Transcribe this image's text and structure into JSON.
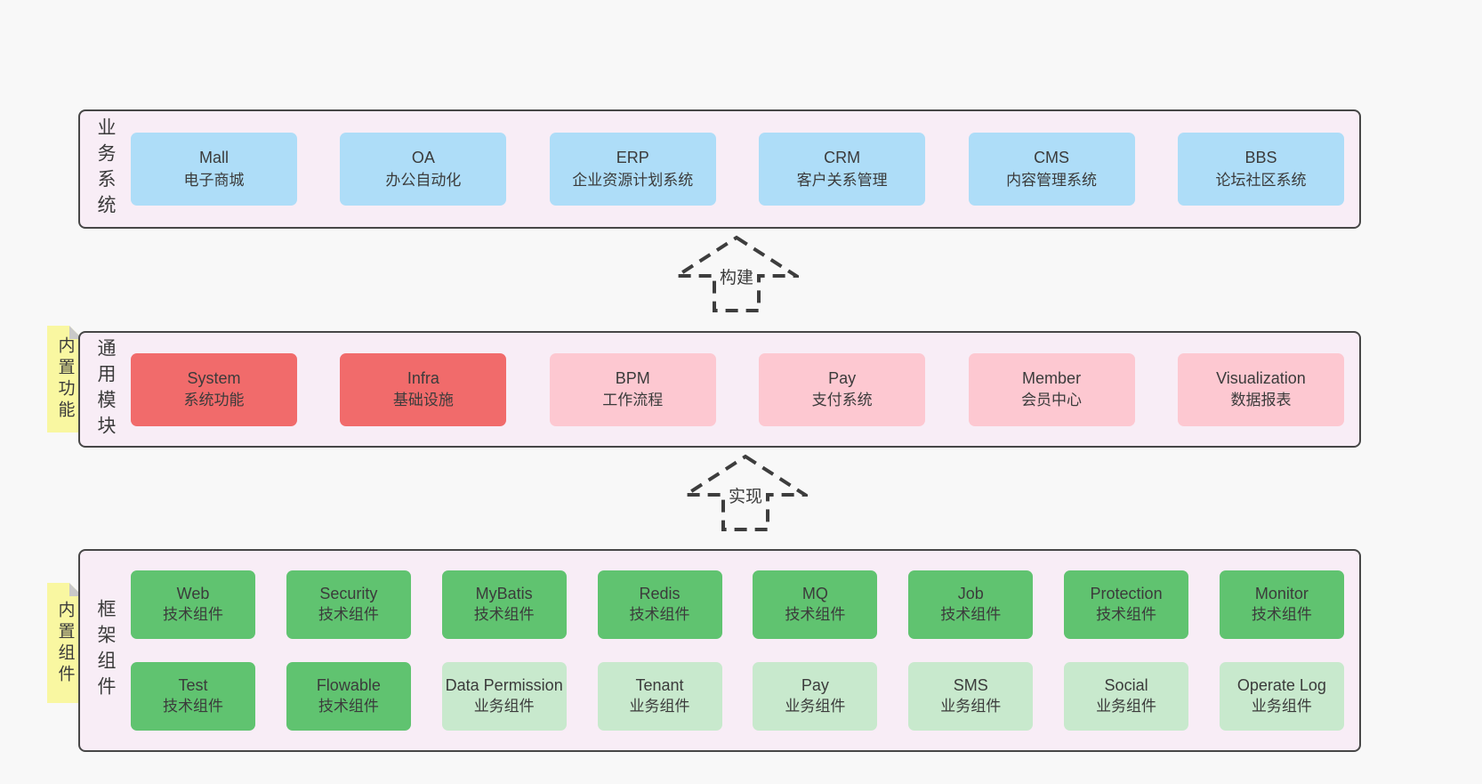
{
  "colors": {
    "page_bg": "#f8f8f8",
    "layer_bg": "#f8edf6",
    "layer_border": "#474747",
    "blue_box": "#aeddf8",
    "red_box": "#f16b6b",
    "pink_box": "#fdc8d1",
    "green_box": "#60c370",
    "light_green_box": "#c8e9cd",
    "note_bg": "#f9f7a1",
    "note_fold": "#c9c9c9",
    "text": "#3b3b3b",
    "arrow": "#3d3d3d"
  },
  "arrows": [
    {
      "label": "构建"
    },
    {
      "label": "实现"
    }
  ],
  "notes": [
    {
      "label": "内置功能"
    },
    {
      "label": "内置组件"
    }
  ],
  "layers": [
    {
      "label": "业务系统",
      "boxes": [
        {
          "name": "Mall",
          "desc": "电子商城"
        },
        {
          "name": "OA",
          "desc": "办公自动化"
        },
        {
          "name": "ERP",
          "desc": "企业资源计划系统"
        },
        {
          "name": "CRM",
          "desc": "客户关系管理"
        },
        {
          "name": "CMS",
          "desc": "内容管理系统"
        },
        {
          "name": "BBS",
          "desc": "论坛社区系统"
        }
      ]
    },
    {
      "label": "通用模块",
      "boxes": [
        {
          "name": "System",
          "desc": "系统功能"
        },
        {
          "name": "Infra",
          "desc": "基础设施"
        },
        {
          "name": "BPM",
          "desc": "工作流程"
        },
        {
          "name": "Pay",
          "desc": "支付系统"
        },
        {
          "name": "Member",
          "desc": "会员中心"
        },
        {
          "name": "Visualization",
          "desc": "数据报表"
        }
      ]
    },
    {
      "label": "框架组件",
      "rows": [
        [
          {
            "name": "Web",
            "desc": "技术组件"
          },
          {
            "name": "Security",
            "desc": "技术组件"
          },
          {
            "name": "MyBatis",
            "desc": "技术组件"
          },
          {
            "name": "Redis",
            "desc": "技术组件"
          },
          {
            "name": "MQ",
            "desc": "技术组件"
          },
          {
            "name": "Job",
            "desc": "技术组件"
          },
          {
            "name": "Protection",
            "desc": "技术组件"
          },
          {
            "name": "Monitor",
            "desc": "技术组件"
          }
        ],
        [
          {
            "name": "Test",
            "desc": "技术组件"
          },
          {
            "name": "Flowable",
            "desc": "技术组件"
          },
          {
            "name": "Data Permission",
            "desc": "业务组件"
          },
          {
            "name": "Tenant",
            "desc": "业务组件"
          },
          {
            "name": "Pay",
            "desc": "业务组件"
          },
          {
            "name": "SMS",
            "desc": "业务组件"
          },
          {
            "name": "Social",
            "desc": "业务组件"
          },
          {
            "name": "Operate Log",
            "desc": "业务组件"
          }
        ]
      ]
    }
  ]
}
